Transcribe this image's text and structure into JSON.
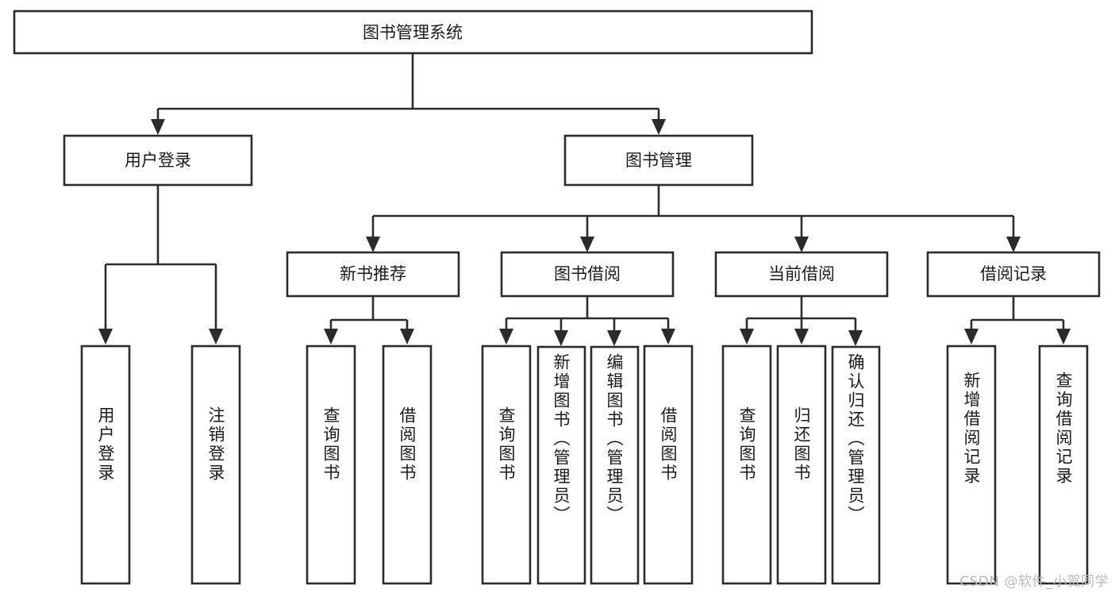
{
  "diagram": {
    "type": "tree",
    "title": "图书管理系统",
    "orientation": "top-down",
    "colors": {
      "background": "#ffffff",
      "box_border": "#2b2b2b",
      "box_fill": "#ffffff",
      "connector": "#2b2b2b",
      "text": "#1a1a1a",
      "watermark": "#b9b9b9"
    },
    "root": {
      "id": "root",
      "label": "图书管理系统"
    },
    "level2": [
      {
        "id": "n-user-login",
        "label": "用户登录"
      },
      {
        "id": "n-book-manage",
        "label": "图书管理"
      }
    ],
    "level3": [
      {
        "id": "n-new-book-rec",
        "label": "新书推荐",
        "parent": "n-book-manage"
      },
      {
        "id": "n-book-borrow",
        "label": "图书借阅",
        "parent": "n-book-manage"
      },
      {
        "id": "n-current-borrow",
        "label": "当前借阅",
        "parent": "n-book-manage"
      },
      {
        "id": "n-borrow-record",
        "label": "借阅记录",
        "parent": "n-book-manage"
      }
    ],
    "leaves": [
      {
        "id": "leaf-user-login",
        "label": "用户登录",
        "parent": "n-user-login",
        "tall": false
      },
      {
        "id": "leaf-logout",
        "label": "注销登录",
        "parent": "n-user-login",
        "tall": false
      },
      {
        "id": "leaf-query-book-1",
        "label": "查询图书",
        "parent": "n-new-book-rec",
        "tall": false
      },
      {
        "id": "leaf-borrow-book-1",
        "label": "借阅图书",
        "parent": "n-new-book-rec",
        "tall": false
      },
      {
        "id": "leaf-query-book-2",
        "label": "查询图书",
        "parent": "n-book-borrow",
        "tall": false
      },
      {
        "id": "leaf-add-book",
        "label": "新增图书（管理员）",
        "parent": "n-book-borrow",
        "tall": true
      },
      {
        "id": "leaf-edit-book",
        "label": "编辑图书（管理员）",
        "parent": "n-book-borrow",
        "tall": true
      },
      {
        "id": "leaf-borrow-book-2",
        "label": "借阅图书",
        "parent": "n-book-borrow",
        "tall": false
      },
      {
        "id": "leaf-query-book-3",
        "label": "查询图书",
        "parent": "n-current-borrow",
        "tall": false
      },
      {
        "id": "leaf-return-book",
        "label": "归还图书",
        "parent": "n-current-borrow",
        "tall": false
      },
      {
        "id": "leaf-confirm-return",
        "label": "确认归还（管理员）",
        "parent": "n-current-borrow",
        "tall": true
      },
      {
        "id": "leaf-add-record",
        "label": "新增借阅记录",
        "parent": "n-borrow-record",
        "tall": false
      },
      {
        "id": "leaf-query-record",
        "label": "查询借阅记录",
        "parent": "n-borrow-record",
        "tall": false
      }
    ]
  },
  "watermark": {
    "text": "CSDN @软件_小贺同学"
  }
}
